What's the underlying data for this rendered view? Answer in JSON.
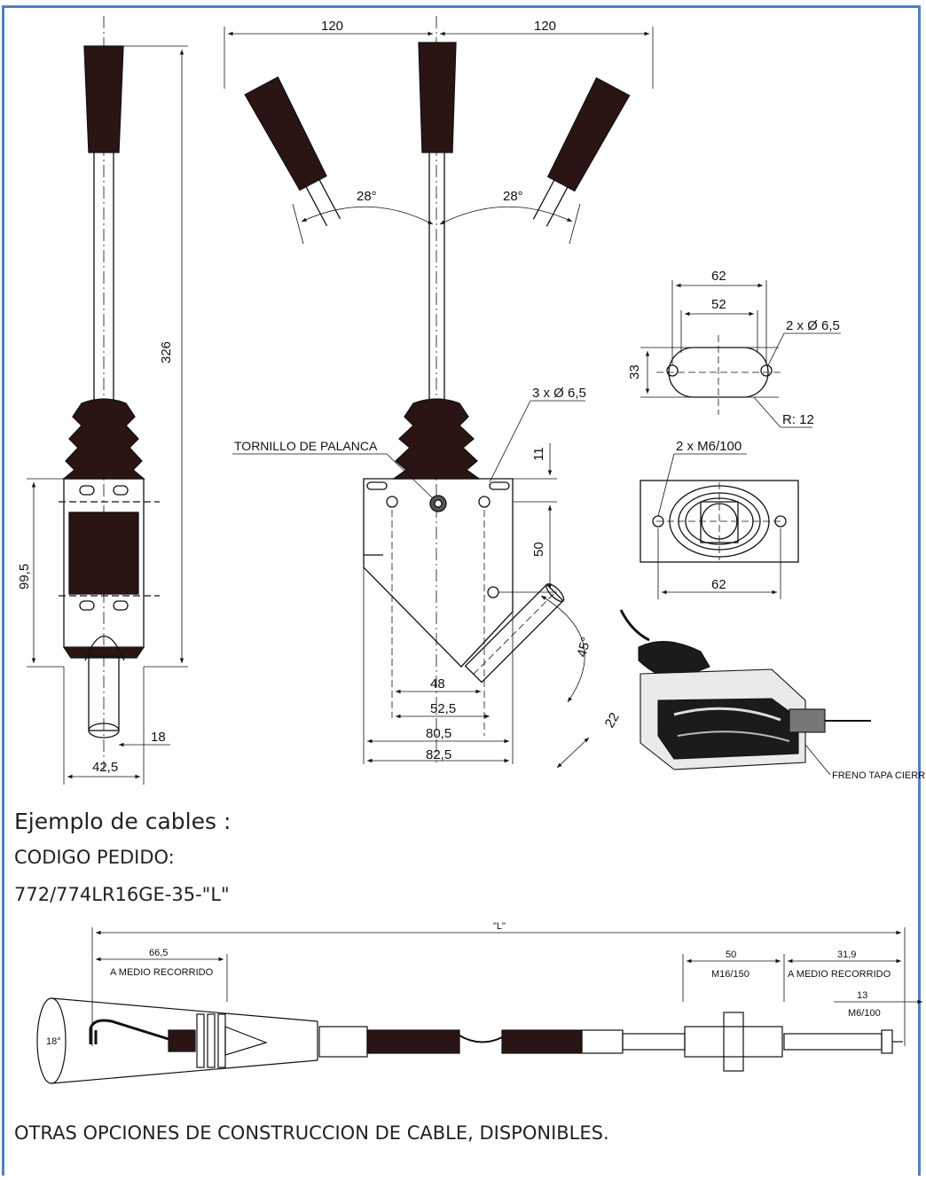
{
  "drawing": {
    "dims": {
      "d120a": "120",
      "d120b": "120",
      "a28a": "28°",
      "a28b": "28°",
      "d326": "326",
      "d995": "99,5",
      "d425": "42,5",
      "d18": "18",
      "d62top": "62",
      "d52": "52",
      "d33": "33",
      "hole2": "2 x Ø 6,5",
      "r12": "R: 12",
      "m6": "2 x M6/100",
      "d62bot": "62",
      "hole3": "3 x Ø 6,5",
      "d11": "11",
      "d50": "50",
      "a45": "45°",
      "d22": "22",
      "d48": "48",
      "d525": "52,5",
      "d805": "80,5",
      "d825": "82,5"
    },
    "labels": {
      "tornillo": "TORNILLO DE PALANCA",
      "freno": "FRENO TAPA CIERRE"
    },
    "cable": {
      "L": "\"L\"",
      "d665": "66,5",
      "amr1": "A MEDIO RECORRIDO",
      "d50": "50",
      "m16": "M16/150",
      "d319": "31,9",
      "amr2": "A  MEDIO RECORRIDO",
      "d13": "13",
      "m6": "M6/100",
      "a18": "18°"
    }
  },
  "text": {
    "ejemplo": "Ejemplo de cables :",
    "codigo": "CODIGO PEDIDO:",
    "pedido": "772/774LR16GE-35-\"L\"",
    "otras": "OTRAS OPCIONES DE CONSTRUCCION DE CABLE, DISPONIBLES."
  }
}
